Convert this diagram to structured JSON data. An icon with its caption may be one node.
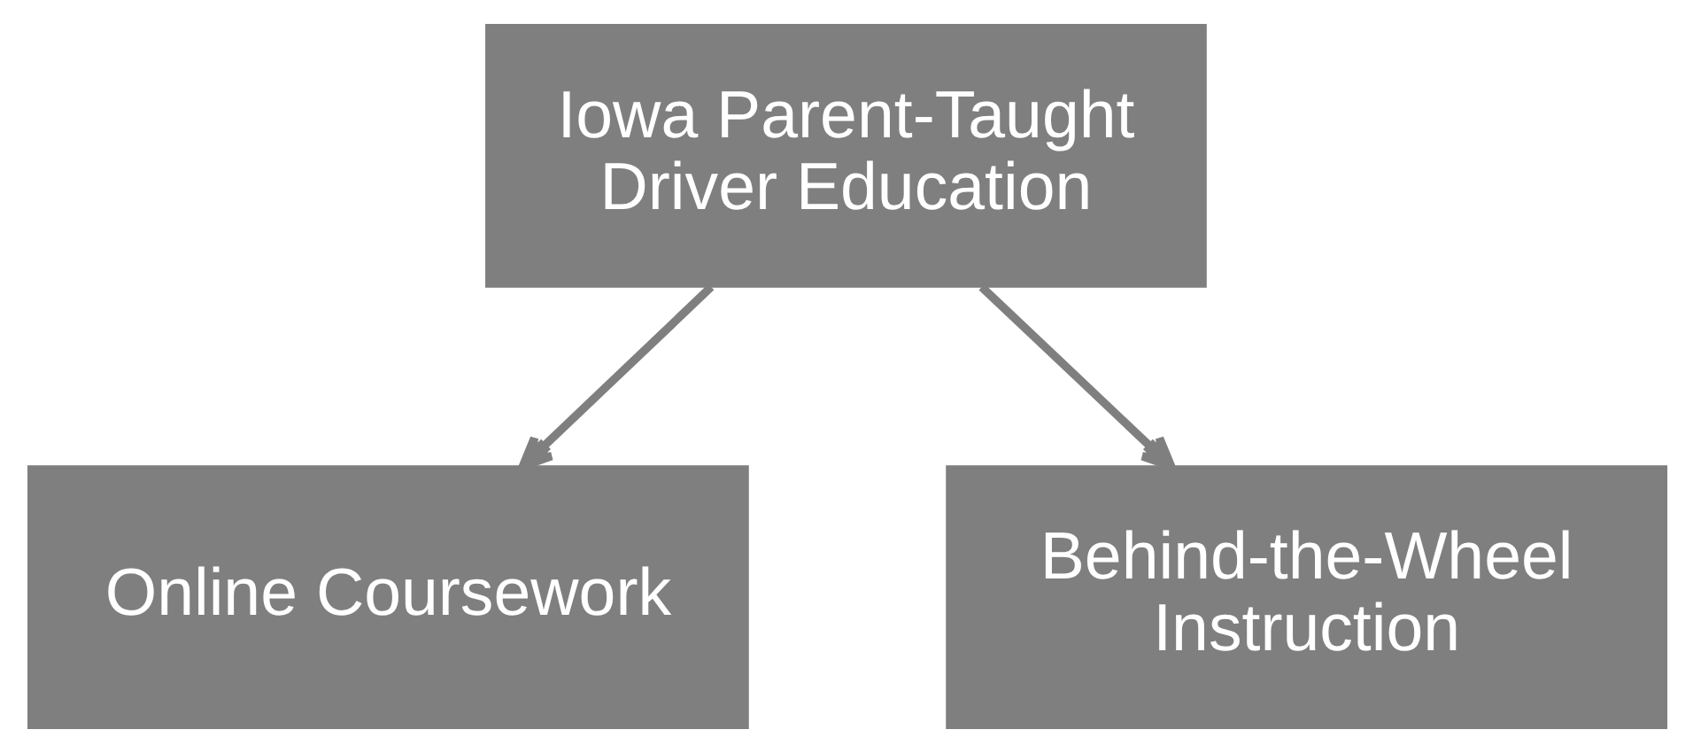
{
  "diagram": {
    "nodes": [
      {
        "text": [
          "Iowa Parent-Taught Driver Education"
        ]
      },
      {
        "text": [
          "Online Coursework"
        ]
      },
      {
        "text": [
          "Behind-the-Wheel Instruction"
        ]
      }
    ],
    "edges": [
      {
        "from": 0,
        "to": 1,
        "arrow": "to"
      },
      {
        "from": 0,
        "to": 2,
        "arrow": "to"
      }
    ]
  }
}
